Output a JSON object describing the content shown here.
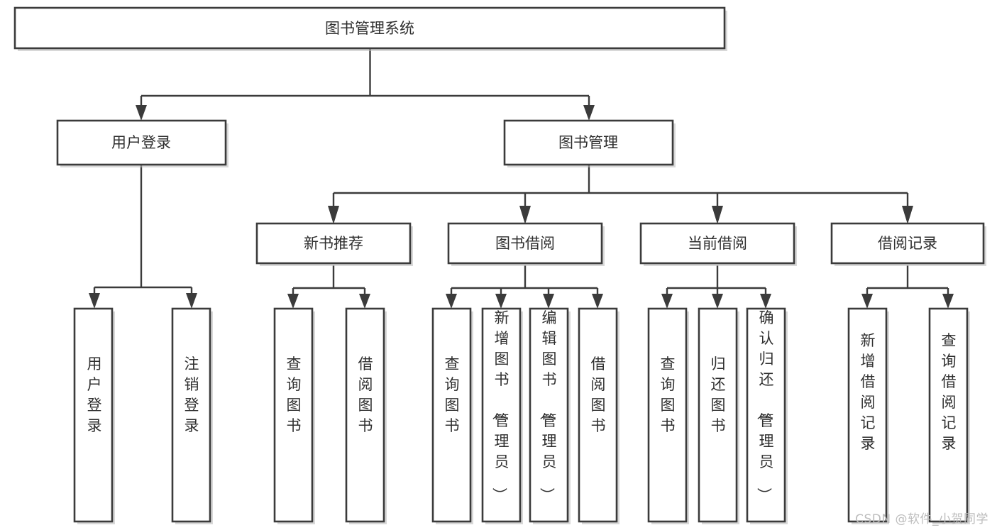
{
  "diagram": {
    "title": "图书管理系统",
    "type": "tree",
    "watermark": "CSDN @软件_小贺同学",
    "colors": {
      "box_fill": "#ffffff",
      "box_stroke": "#3b3b3b",
      "text": "#2f2f2f",
      "shadow": "#b8b8b8",
      "watermark": "#bdbdbd",
      "background": "#ffffff"
    },
    "nodes": {
      "root": {
        "id": "root",
        "label": "图书管理系统",
        "level": 0,
        "orientation": "horizontal"
      },
      "l1": [
        {
          "id": "user-login",
          "label": "用户登录",
          "level": 1,
          "orientation": "horizontal"
        },
        {
          "id": "book-management",
          "label": "图书管理",
          "level": 1,
          "orientation": "horizontal"
        }
      ],
      "l2": [
        {
          "id": "new-book-recommend",
          "label": "新书推荐",
          "level": 2,
          "orientation": "horizontal",
          "parent": "book-management"
        },
        {
          "id": "book-borrow",
          "label": "图书借阅",
          "level": 2,
          "orientation": "horizontal",
          "parent": "book-management"
        },
        {
          "id": "current-borrow",
          "label": "当前借阅",
          "level": 2,
          "orientation": "horizontal",
          "parent": "book-management"
        },
        {
          "id": "borrow-record",
          "label": "借阅记录",
          "level": 2,
          "orientation": "horizontal",
          "parent": "book-management"
        }
      ],
      "leaves": [
        {
          "id": "leaf-user-login",
          "label": "用户登录",
          "orientation": "vertical",
          "parent": "user-login"
        },
        {
          "id": "leaf-logout",
          "label": "注销登录",
          "orientation": "vertical",
          "parent": "user-login"
        },
        {
          "id": "leaf-query-book-1",
          "label": "查询图书",
          "orientation": "vertical",
          "parent": "new-book-recommend"
        },
        {
          "id": "leaf-borrow-book-1",
          "label": "借阅图书",
          "orientation": "vertical",
          "parent": "new-book-recommend"
        },
        {
          "id": "leaf-query-book-2",
          "label": "查询图书",
          "orientation": "vertical",
          "parent": "book-borrow"
        },
        {
          "id": "leaf-add-book",
          "label": "新增图书（管理员）",
          "orientation": "vertical",
          "parent": "book-borrow"
        },
        {
          "id": "leaf-edit-book",
          "label": "编辑图书（管理员）",
          "orientation": "vertical",
          "parent": "book-borrow"
        },
        {
          "id": "leaf-borrow-book-2",
          "label": "借阅图书",
          "orientation": "vertical",
          "parent": "book-borrow"
        },
        {
          "id": "leaf-query-book-3",
          "label": "查询图书",
          "orientation": "vertical",
          "parent": "current-borrow"
        },
        {
          "id": "leaf-return-book",
          "label": "归还图书",
          "orientation": "vertical",
          "parent": "current-borrow"
        },
        {
          "id": "leaf-confirm-return",
          "label": "确认归还（管理员）",
          "orientation": "vertical",
          "parent": "current-borrow"
        },
        {
          "id": "leaf-add-record",
          "label": "新增借阅记录",
          "orientation": "vertical",
          "parent": "borrow-record"
        },
        {
          "id": "leaf-query-record",
          "label": "查询借阅记录",
          "orientation": "vertical",
          "parent": "borrow-record"
        }
      ]
    }
  }
}
